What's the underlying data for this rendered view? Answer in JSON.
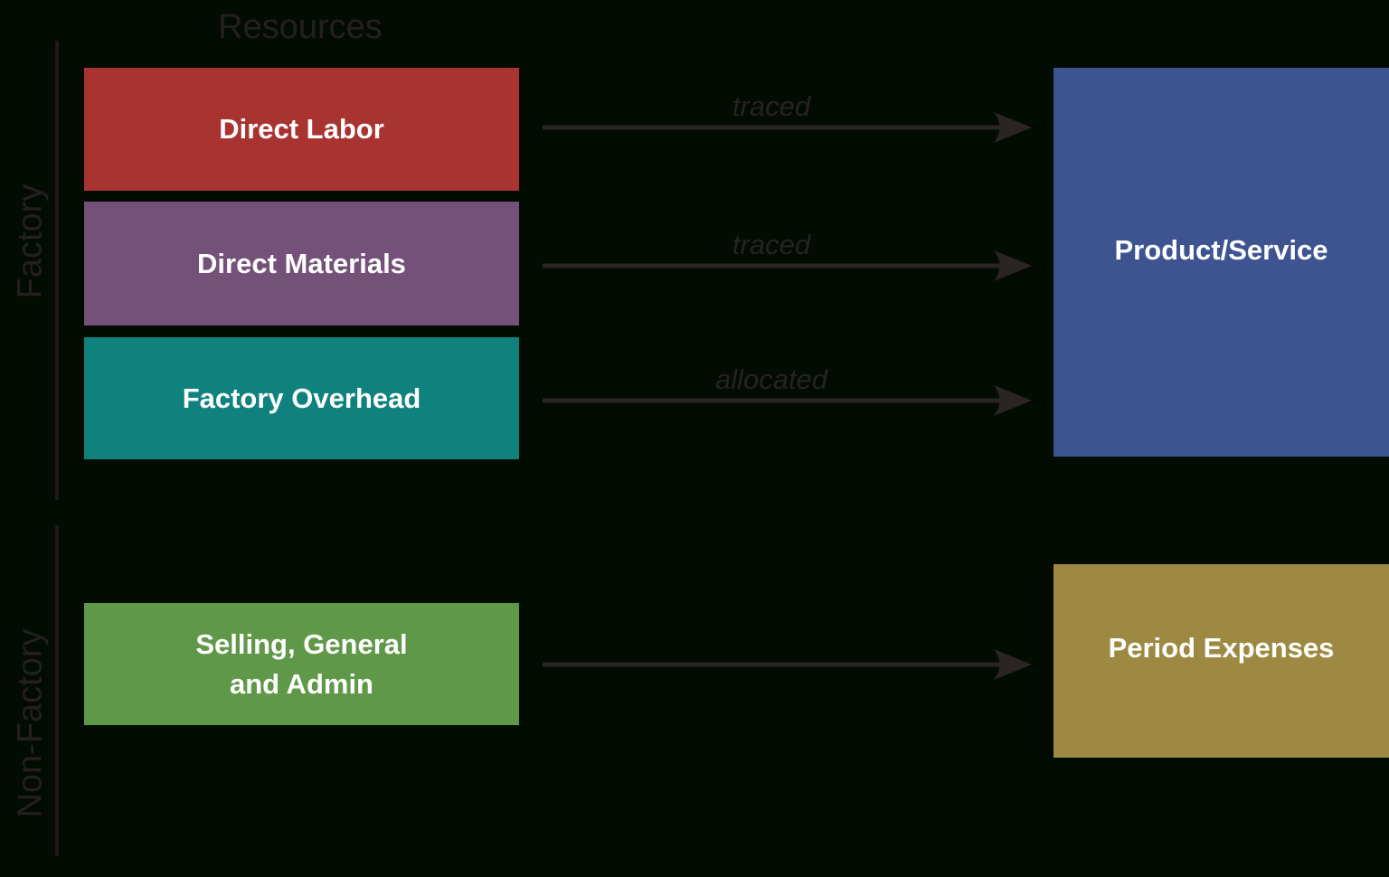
{
  "title": "Resources",
  "factory": {
    "group_label": "Factory",
    "boxes": [
      {
        "label": "Direct Labor",
        "color": "#a93331"
      },
      {
        "label": "Direct Materials",
        "color": "#745179"
      },
      {
        "label": "Factory Overhead",
        "color": "#10827d"
      }
    ]
  },
  "non_factory": {
    "group_label": "Non-Factory",
    "box": {
      "line1": "Selling, General",
      "line2": "and Admin",
      "color": "#5f9848"
    }
  },
  "outputs": {
    "product_service": {
      "label": "Product/Service",
      "color": "#3d5490"
    },
    "period_expenses": {
      "label": "Period Expenses",
      "color": "#9d8941"
    }
  },
  "arrows": [
    {
      "from": "Direct Labor",
      "to": "Product/Service",
      "label": "traced"
    },
    {
      "from": "Direct Materials",
      "to": "Product/Service",
      "label": "traced"
    },
    {
      "from": "Factory Overhead",
      "to": "Product/Service",
      "label": "allocated"
    },
    {
      "from": "Selling, General and Admin",
      "to": "Period Expenses",
      "label": ""
    }
  ],
  "colors": {
    "background": "#030c02",
    "arrow": "#2b2425",
    "muted_text": "#241f20",
    "box_text": "#ffffff"
  }
}
